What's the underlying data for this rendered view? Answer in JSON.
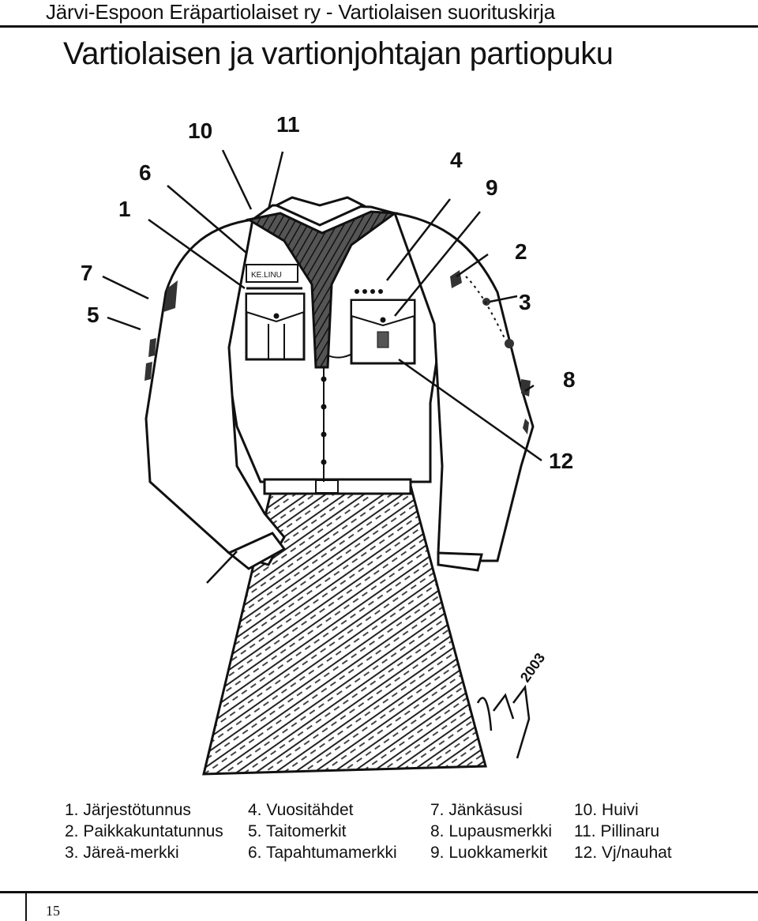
{
  "header": {
    "running_title": "Järvi-Espoon Eräpartiolaiset ry - Vartiolaisen suorituskirja",
    "page_title": "Vartiolaisen ja vartionjohtajan partiopuku"
  },
  "illustration": {
    "callouts": [
      "1",
      "2",
      "3",
      "4",
      "5",
      "6",
      "7",
      "8",
      "9",
      "10",
      "11",
      "12"
    ],
    "signature_text": "2003",
    "badge_text": "KE.LINU"
  },
  "legend": {
    "columns": [
      [
        "1. Järjestötunnus",
        "2. Paikkakuntatunnus",
        "3. Järeä-merkki"
      ],
      [
        "4. Vuositähdet",
        "5. Taitomerkit",
        "6. Tapahtumamerkki"
      ],
      [
        "7. Jänkäsusi",
        "8. Lupausmerkki",
        "9. Luokkamerkit"
      ],
      [
        "10. Huivi",
        "11. Pillinaru",
        "12. Vj/nauhat"
      ]
    ]
  },
  "footer": {
    "page_number": "15"
  }
}
